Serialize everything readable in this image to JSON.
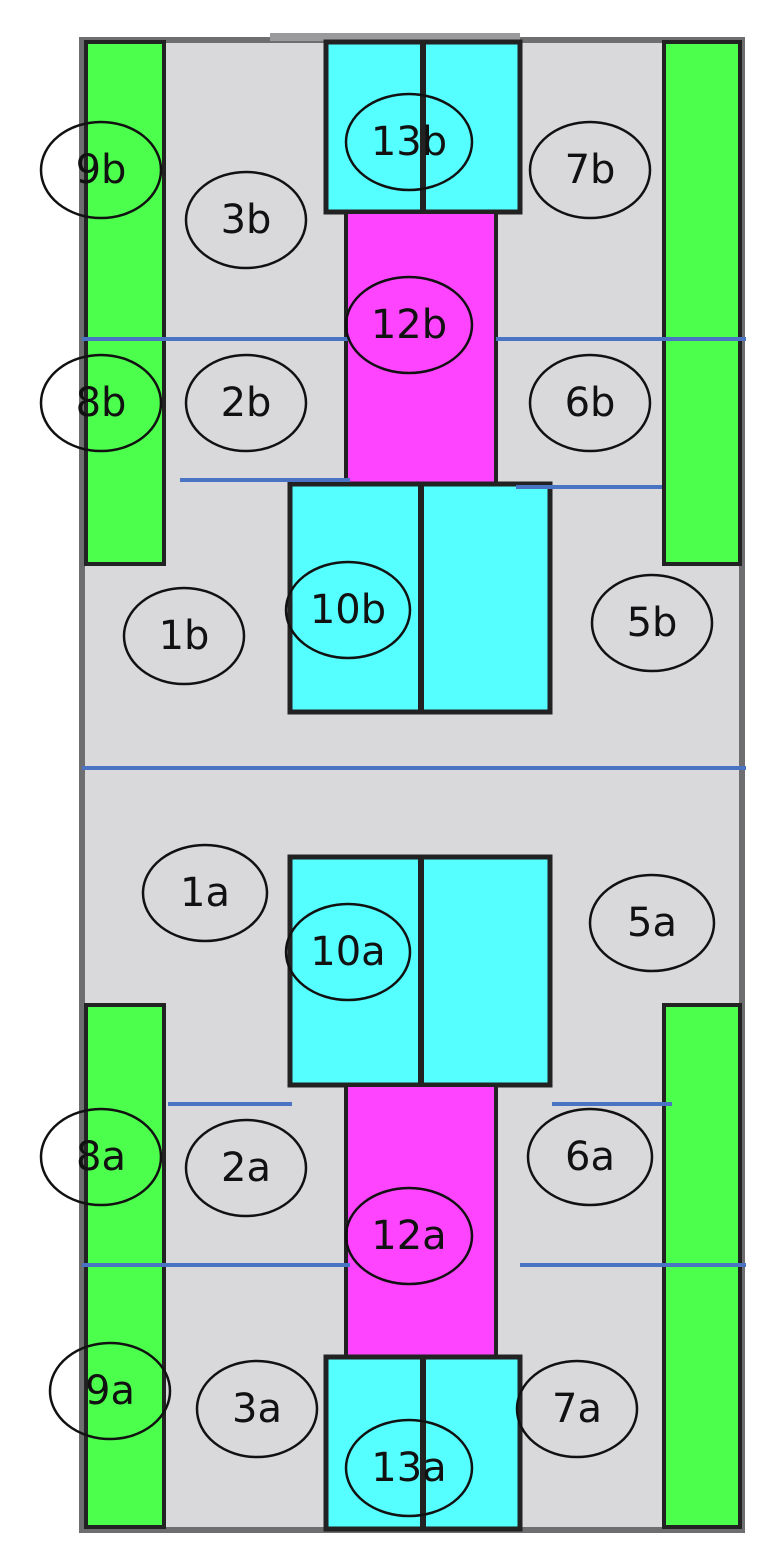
{
  "colors": {
    "background": "#d9d9db",
    "frame": "#6e6e70",
    "green": "#4cff4c",
    "cyan": "#55ffff",
    "magenta": "#ff44ff",
    "line": "#4a73c4",
    "outline": "#222222"
  },
  "labels": {
    "l9b": "9b",
    "l3b": "3b",
    "l13b": "13b",
    "l7b": "7b",
    "l12b": "12b",
    "l8b": "8b",
    "l2b": "2b",
    "l6b": "6b",
    "l1b": "1b",
    "l10b": "10b",
    "l5b": "5b",
    "l1a": "1a",
    "l10a": "10a",
    "l5a": "5a",
    "l8a": "8a",
    "l2a": "2a",
    "l6a": "6a",
    "l12a": "12a",
    "l9a": "9a",
    "l3a": "3a",
    "l7a": "7a",
    "l13a": "13a"
  }
}
